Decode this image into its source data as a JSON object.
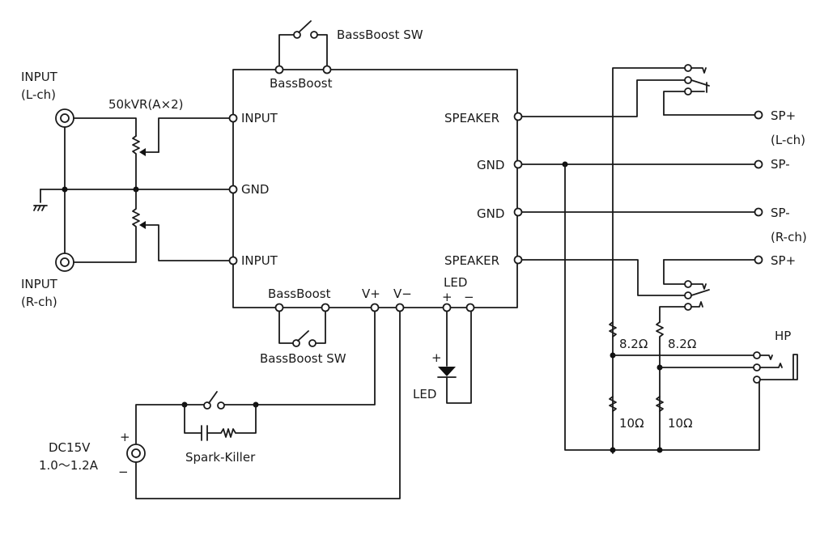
{
  "diagram": {
    "title": "Stereo amplifier wiring schematic",
    "labels": {
      "input_l": "INPUT",
      "input_l_ch": "(L-ch)",
      "input_r": "INPUT",
      "input_r_ch": "(R-ch)",
      "volume": "50kVR(A×2)",
      "bassboost_sw_top": "BassBoost SW",
      "bassboost_top": "BassBoost",
      "pin_input_1": "INPUT",
      "pin_gnd": "GND",
      "pin_input_2": "INPUT",
      "pin_speaker_1": "SPEAKER",
      "pin_gnd_1": "GND",
      "pin_gnd_2": "GND",
      "pin_speaker_2": "SPEAKER",
      "bassboost_bottom": "BassBoost",
      "vplus": "V+",
      "vminus": "V−",
      "led_header": "LED",
      "led_plus": "+",
      "led_minus": "−",
      "bassboost_sw_bottom": "BassBoost SW",
      "led_anode_plus": "+",
      "led": "LED",
      "power": "DC15V",
      "power_current": "1.0～1.2A",
      "power_plus": "+",
      "power_minus": "−",
      "spark_killer": "Spark-Killer",
      "sp_plus_l": "SP+",
      "sp_l_ch": "(L-ch)",
      "sp_minus_l": "SP-",
      "sp_minus_r": "SP-",
      "sp_r_ch": "(R-ch)",
      "sp_plus_r": "SP+",
      "r1": "8.2Ω",
      "r2": "8.2Ω",
      "r3": "10Ω",
      "r4": "10Ω",
      "hp": "HP"
    }
  }
}
